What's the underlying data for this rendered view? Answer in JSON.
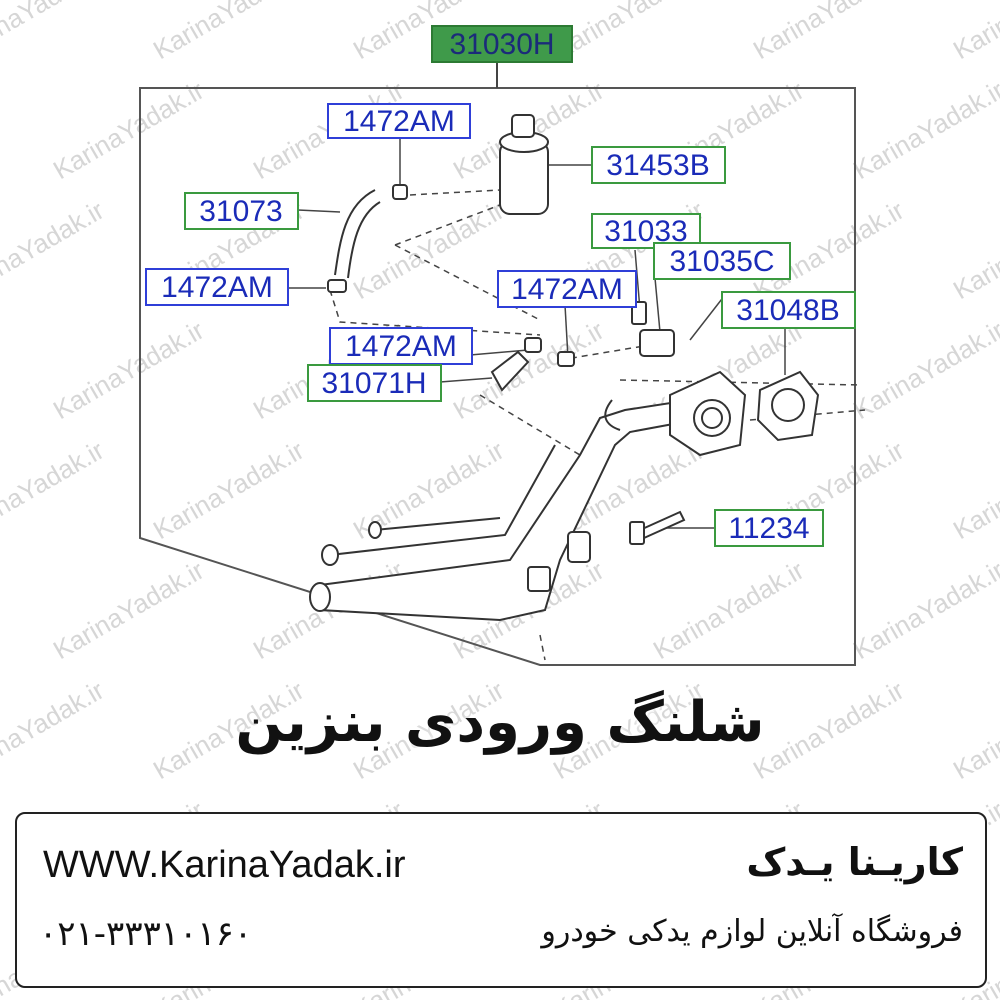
{
  "watermark": "KarinaYadak.ir",
  "diagram": {
    "group_label": "31030H",
    "parts": [
      {
        "id": "1472AM",
        "color": "blue"
      },
      {
        "id": "31453B",
        "color": "green"
      },
      {
        "id": "31073",
        "color": "green"
      },
      {
        "id": "31033",
        "color": "green"
      },
      {
        "id": "31035C",
        "color": "green"
      },
      {
        "id": "1472AM",
        "color": "blue"
      },
      {
        "id": "1472AM",
        "color": "blue"
      },
      {
        "id": "31048B",
        "color": "green"
      },
      {
        "id": "1472AM",
        "color": "blue"
      },
      {
        "id": "31071H",
        "color": "green"
      },
      {
        "id": "11234",
        "color": "green"
      }
    ]
  },
  "title": "شلنگ ورودی بنزین",
  "footer": {
    "website": "WWW.KarinaYadak.ir",
    "phone": "۰۲۱-۳۳۳۱۰۱۶۰",
    "store_name": "کاریـنا یـدک",
    "tagline": "فروشگاه آنلاین لوازم یدکی خودرو"
  },
  "colors": {
    "group_fill": "#3f9a4a",
    "green_border": "#3a9a3f",
    "blue_border": "#2f3fd8",
    "label_text": "#1a2bb8",
    "watermark": "#d6d6d6"
  }
}
